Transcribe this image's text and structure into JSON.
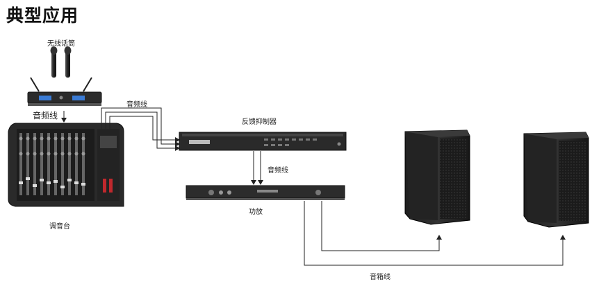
{
  "page": {
    "title": "典型应用"
  },
  "devices": {
    "wireless_mic": {
      "label": "无线话筒"
    },
    "mixer": {
      "label": "调音台"
    },
    "feedback_suppressor": {
      "label": "反馈抑制器"
    },
    "amplifier": {
      "label": "功放"
    },
    "speakers": {
      "count": 2
    }
  },
  "cables": {
    "mic_to_mixer": "音频线",
    "mixer_to_suppressor": "音频线",
    "suppressor_to_amp": "音频线",
    "amp_to_speakers": "音箱线"
  },
  "colors": {
    "wire": "#222222",
    "device": "#1a1a1a",
    "display_blue": "#3a7bd5",
    "mixer_red": "#c0282d"
  }
}
